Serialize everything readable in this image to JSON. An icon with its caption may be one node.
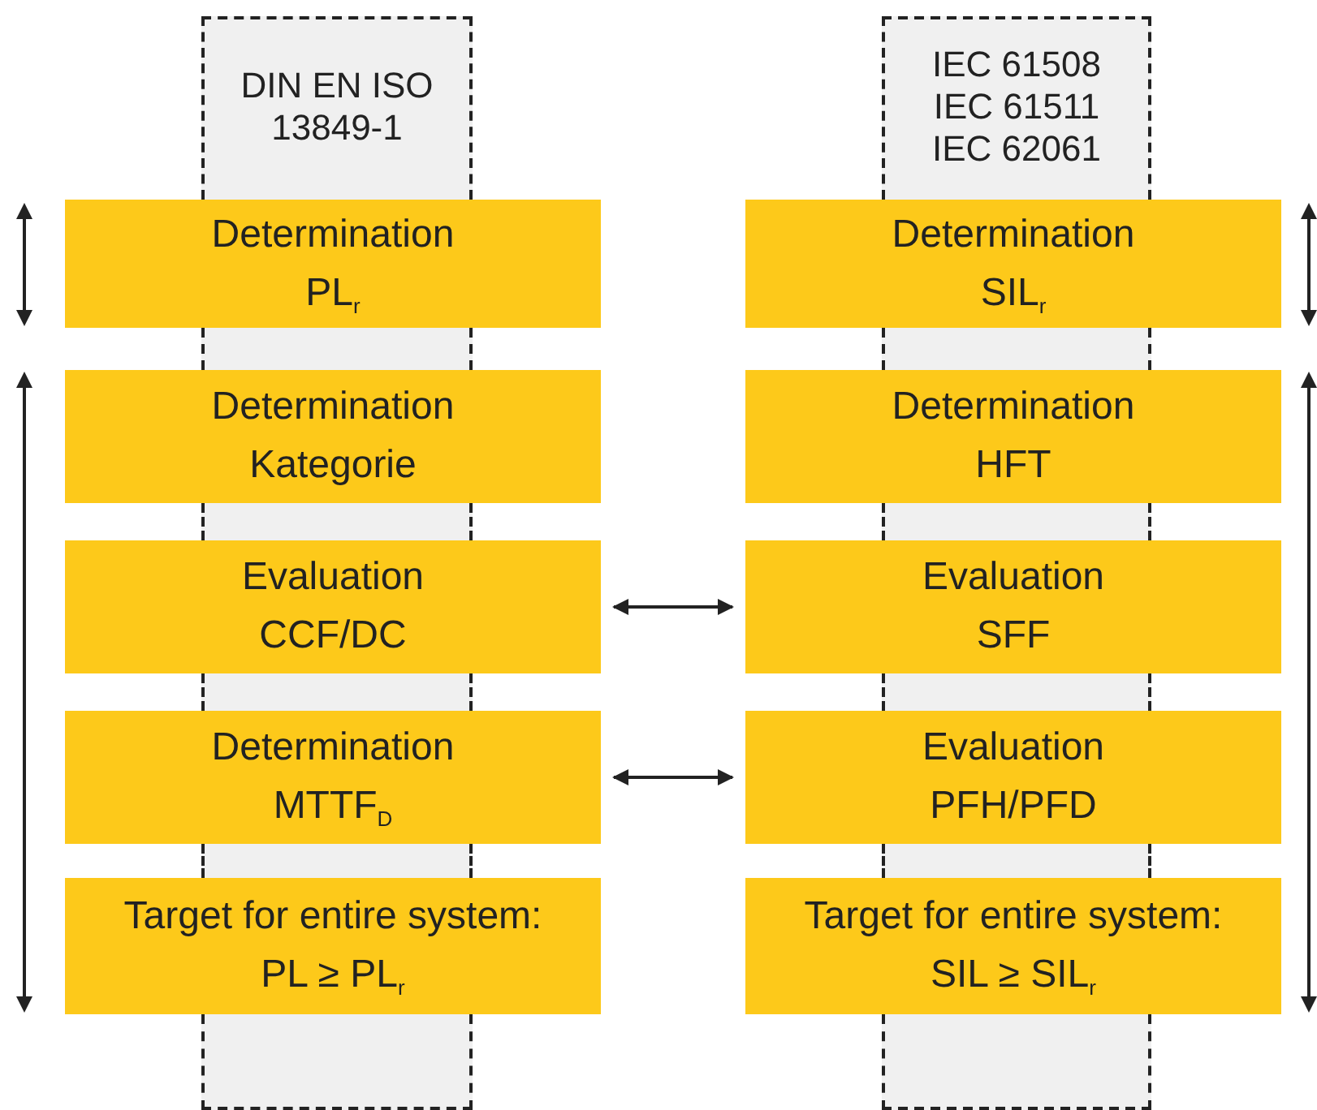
{
  "diagram": {
    "nodes": [
      {
        "text": [
          "DIN EN ISO 13849-1"
        ]
      },
      {
        "text": [
          "Determination",
          "PL$_{r}$"
        ]
      },
      {
        "text": [
          "Determination",
          "Kategorie"
        ]
      },
      {
        "text": [
          "Evaluation",
          "CCF/DC"
        ]
      },
      {
        "text": [
          "Determination",
          "MTTF$_{D}$"
        ]
      },
      {
        "text": [
          "Target for entire system:",
          "PL ≥ PL$_{r}$"
        ]
      },
      {
        "text": [
          "IEC 61508",
          "IEC 61511",
          "IEC 62061"
        ]
      },
      {
        "text": [
          "Determination",
          "SIL$_{r}$"
        ]
      },
      {
        "text": [
          "Determination",
          "HFT"
        ]
      },
      {
        "text": [
          "Evaluation",
          "SFF"
        ]
      },
      {
        "text": [
          "Evaluation",
          "PFH/PFD"
        ]
      },
      {
        "text": [
          "Target for entire system:",
          "SIL ≥ SIL$_{r}$"
        ]
      }
    ],
    "edges": [
      {
        "from": 3,
        "to": 9,
        "arrow": "both"
      },
      {
        "from": 4,
        "to": 10,
        "arrow": "both"
      }
    ]
  }
}
